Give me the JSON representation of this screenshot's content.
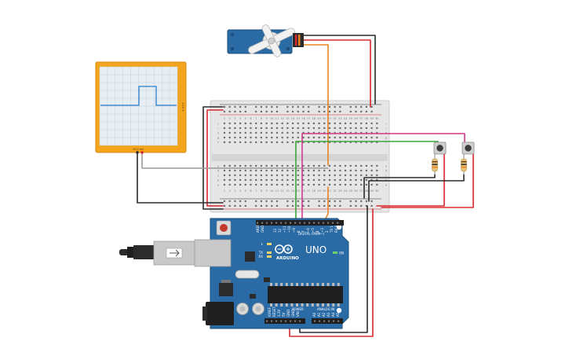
{
  "scope": {
    "screen_label": "10.0 ms",
    "side_label": "10.0 V"
  },
  "arduino": {
    "model_label": "UNO",
    "brand_label": "ARDUINO",
    "digital_header_label": "DIGITAL (PWM~)",
    "power_label": "POWER",
    "analog_label": "ANALOG IN",
    "on_label": "ON",
    "tx_label": "TX",
    "rx_label": "RX",
    "l_label": "L",
    "aref_label": "AREF",
    "gnd_label": "GND",
    "ioref_label": "IOREF",
    "reset_label": "RESET",
    "v33_label": "3.3V",
    "v5_label": "5V",
    "vin_label": "VIN",
    "digital_pins": [
      "13",
      "12",
      "~11",
      "~10",
      "~9",
      "8",
      "7",
      "~6",
      "~5",
      "4",
      "~3",
      "2",
      "TX 1",
      "RX 0"
    ],
    "analog_pins": [
      "A0",
      "A1",
      "A2",
      "A3",
      "A4",
      "A5"
    ]
  },
  "breadboard": {
    "col_numbers": [
      "1",
      "2",
      "3",
      "4",
      "5",
      "6",
      "7",
      "8",
      "9",
      "10",
      "11",
      "12",
      "13",
      "14",
      "15",
      "16",
      "17",
      "18",
      "19",
      "20",
      "21",
      "22",
      "23",
      "24",
      "25",
      "26",
      "27",
      "28",
      "29",
      "30"
    ],
    "row_letters_top": [
      "j",
      "i",
      "h",
      "g",
      "f"
    ],
    "row_letters_bottom": [
      "e",
      "d",
      "c",
      "b",
      "a"
    ]
  },
  "colors": {
    "wire_red": "#d7282f",
    "wire_black": "#2b2b2b",
    "wire_orange": "#e8831f",
    "wire_green": "#3aa53a",
    "wire_magenta": "#d23a8c",
    "wire_gray": "#9a9a9a",
    "board_blue": "#2a6ba6",
    "scope_orange": "#f3a51d"
  },
  "icons": {
    "servo": "servo-motor-icon",
    "oscilloscope": "oscilloscope-icon",
    "button": "pushbutton-icon",
    "resistor": "resistor-icon",
    "usb": "usb-cable-icon"
  }
}
